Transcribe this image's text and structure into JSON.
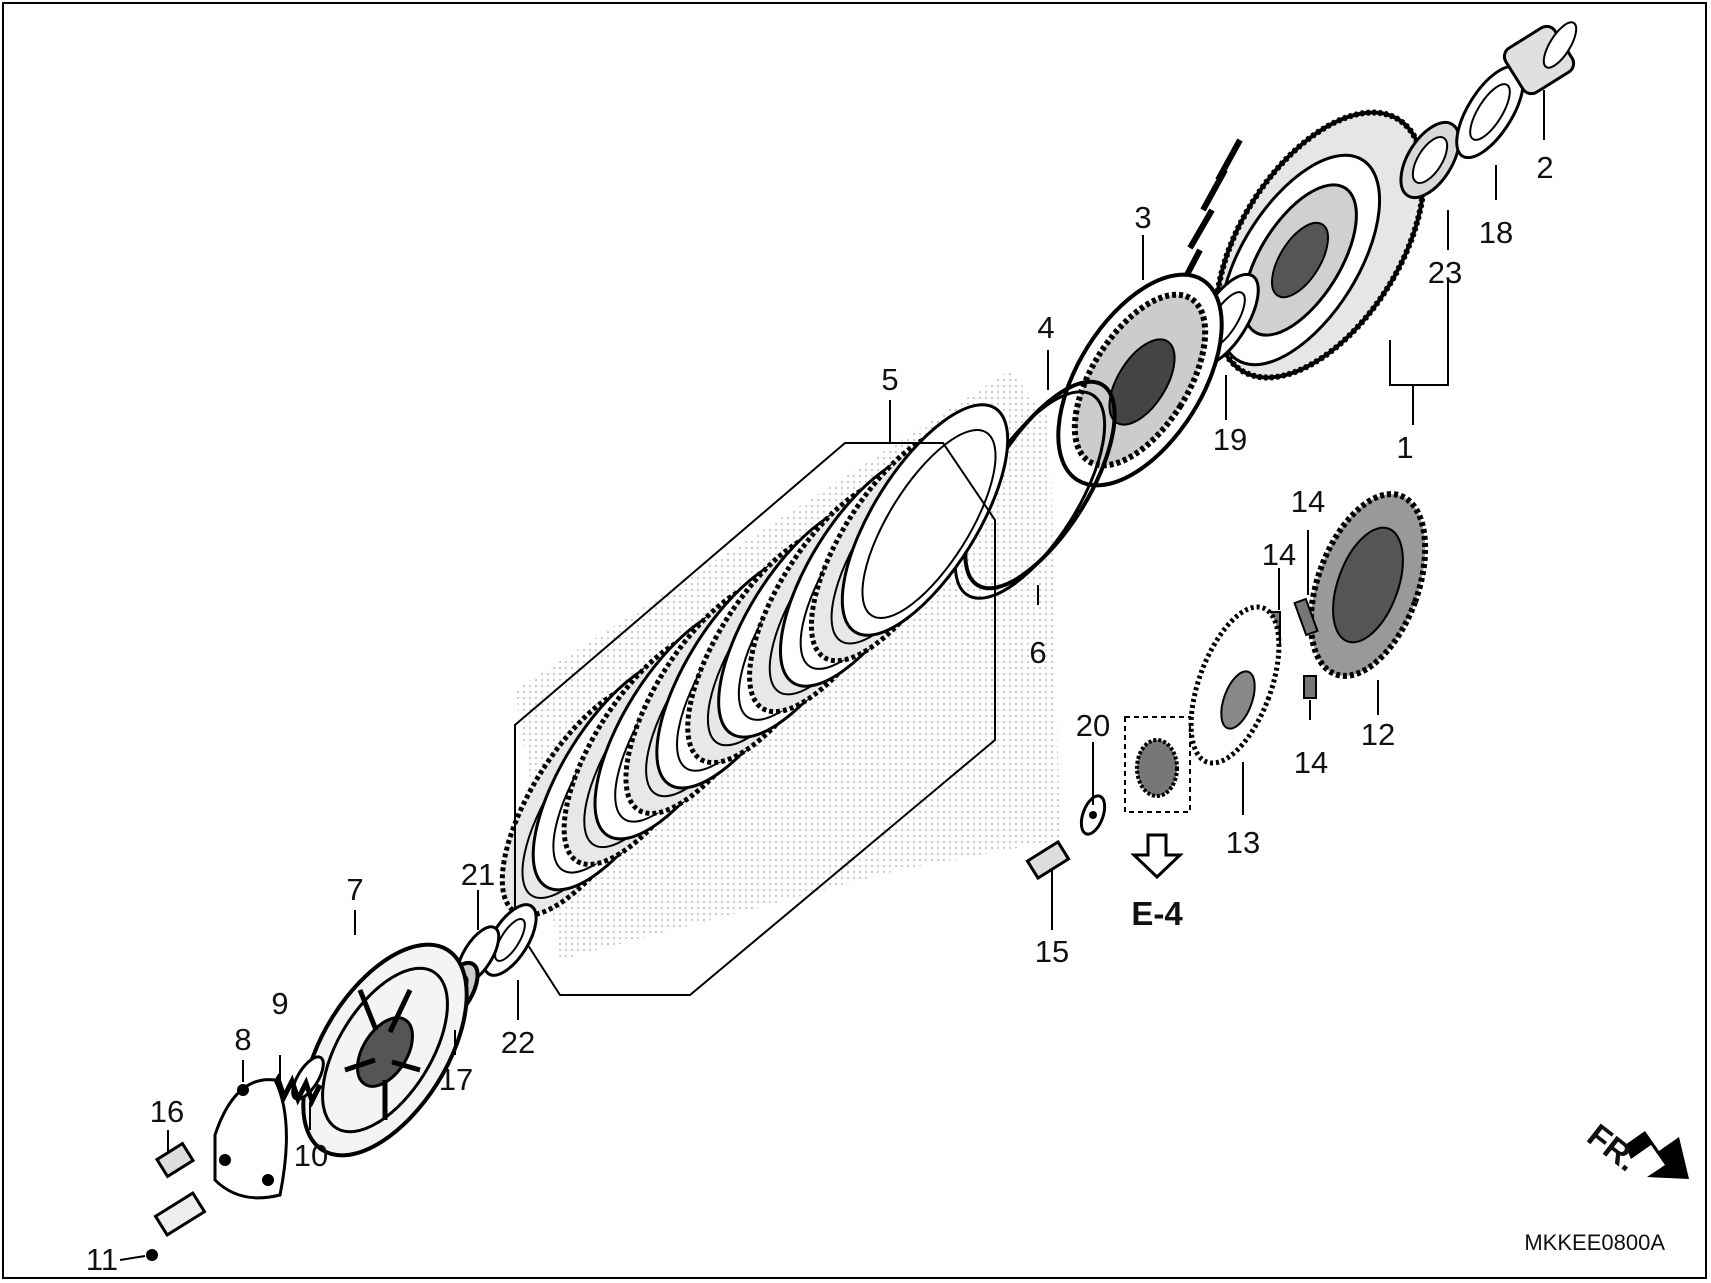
{
  "diagram": {
    "part_numbers": [
      "1",
      "2",
      "3",
      "4",
      "5",
      "6",
      "7",
      "8",
      "9",
      "10",
      "11",
      "12",
      "13",
      "14",
      "14",
      "14",
      "15",
      "16",
      "17",
      "18",
      "19",
      "20",
      "21",
      "22",
      "23"
    ],
    "reference": "E-4",
    "front_indicator": "FR.",
    "drawing_code": "MKKEE0800A"
  }
}
